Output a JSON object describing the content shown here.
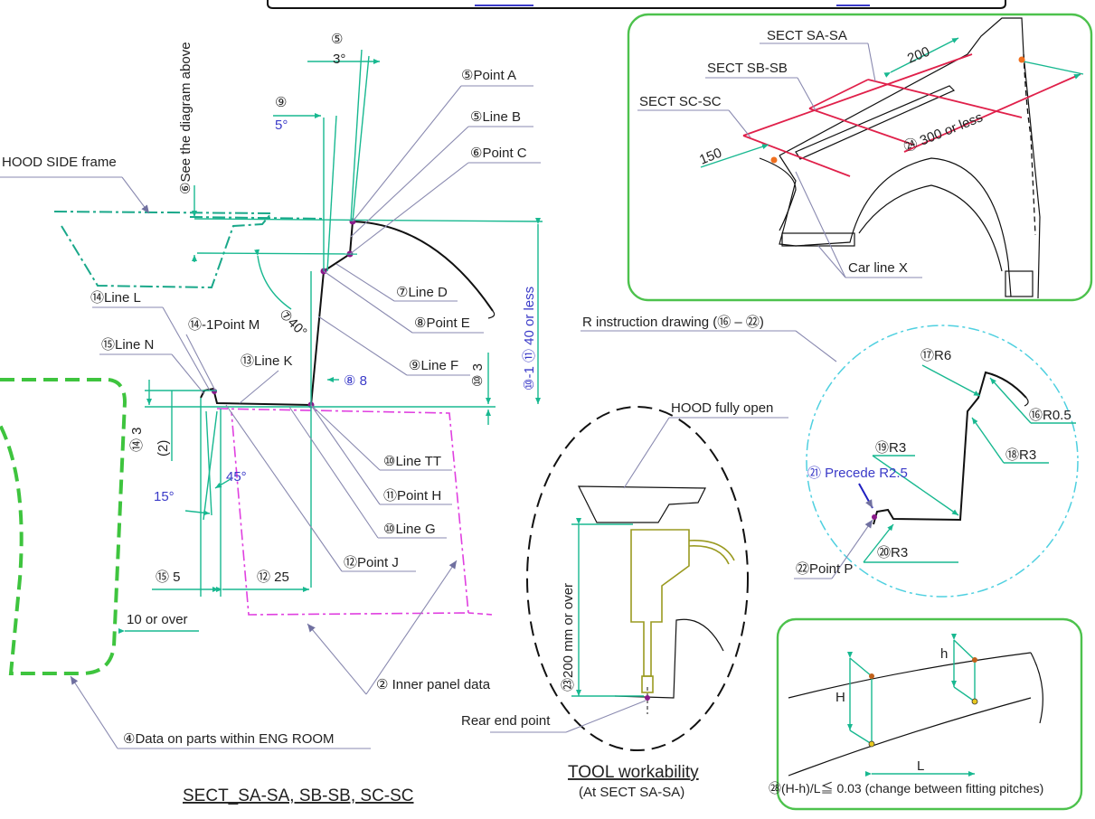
{
  "main": {
    "see_diagram": "⑥See the diagram above",
    "hood_side_frame": "HOOD SIDE frame",
    "dim_3deg": "3°",
    "num_5_top": "⑤",
    "num_9_top": "⑨",
    "dim_5deg": "5°",
    "point_a": "⑤Point A",
    "line_b": "⑤Line B",
    "point_c": "⑥Point C",
    "line_d": "⑦Line D",
    "point_e": "⑧Point E",
    "line_f": "⑨Line F",
    "angle_40": "⑦40°",
    "dim_8": "⑧ 8",
    "dim_10_3": "⑩ 3",
    "dim_10_1": "⑩-1 ⑪ 40 or less",
    "line_l": "⑭Line L",
    "point_m": "⑭-1Point M",
    "line_n": "⑮Line N",
    "line_k": "⑬Line K",
    "dim_14_3": "⑭ 3",
    "dim_2": "(2)",
    "dim_45": "45°",
    "dim_15deg": "15°",
    "line_tt": "⑩Line TT",
    "point_h": "⑪Point H",
    "line_g": "⑩Line G",
    "point_j": "⑫Point J",
    "dim_15_5": "⑮ 5",
    "dim_12_25": "⑫ 25",
    "ten_or_over": "10 or over",
    "inner_panel": "② Inner panel data",
    "eng_room": "④Data on parts within ENG ROOM",
    "sect_caption": "SECT_SA-SA, SB-SB, SC-SC"
  },
  "top_right": {
    "sect_sa": "SECT SA-SA",
    "sect_sb": "SECT SB-SB",
    "sect_sc": "SECT SC-SC",
    "dim_200": "200",
    "dim_150": "150",
    "dim_300": "㉔ 300 or less",
    "car_line_x": "Car line X"
  },
  "r_instruction": {
    "title": "R instruction drawing (⑯ ‒ ㉒)",
    "r6": "⑰R6",
    "r05": "⑯R0.5",
    "r3_19": "⑲R3",
    "r3_18": "⑱R3",
    "precede": "㉑ Precede R2.5",
    "point_p": "㉒Point P",
    "r3_20": "⑳R3"
  },
  "tool": {
    "hood_open": "HOOD fully open",
    "dim_200mm": "㉓200 mm or over",
    "rear_end": "Rear end point",
    "title": "TOOL workability",
    "subtitle": "(At SECT SA-SA)"
  },
  "pitch": {
    "h_big": "H",
    "h_small": "h",
    "l": "L",
    "formula": "㉘(H-h)/L≦ 0.03 (change between fitting pitches)"
  },
  "colors": {
    "dimension": "#18b890",
    "frame_green": "#4dc24d",
    "section_red": "#e0204a",
    "inner_magenta": "#e040e0",
    "cyan_circle": "#4fd0e0",
    "tool_olive": "#9a9a20",
    "blue_text": "#3a3ac8"
  }
}
